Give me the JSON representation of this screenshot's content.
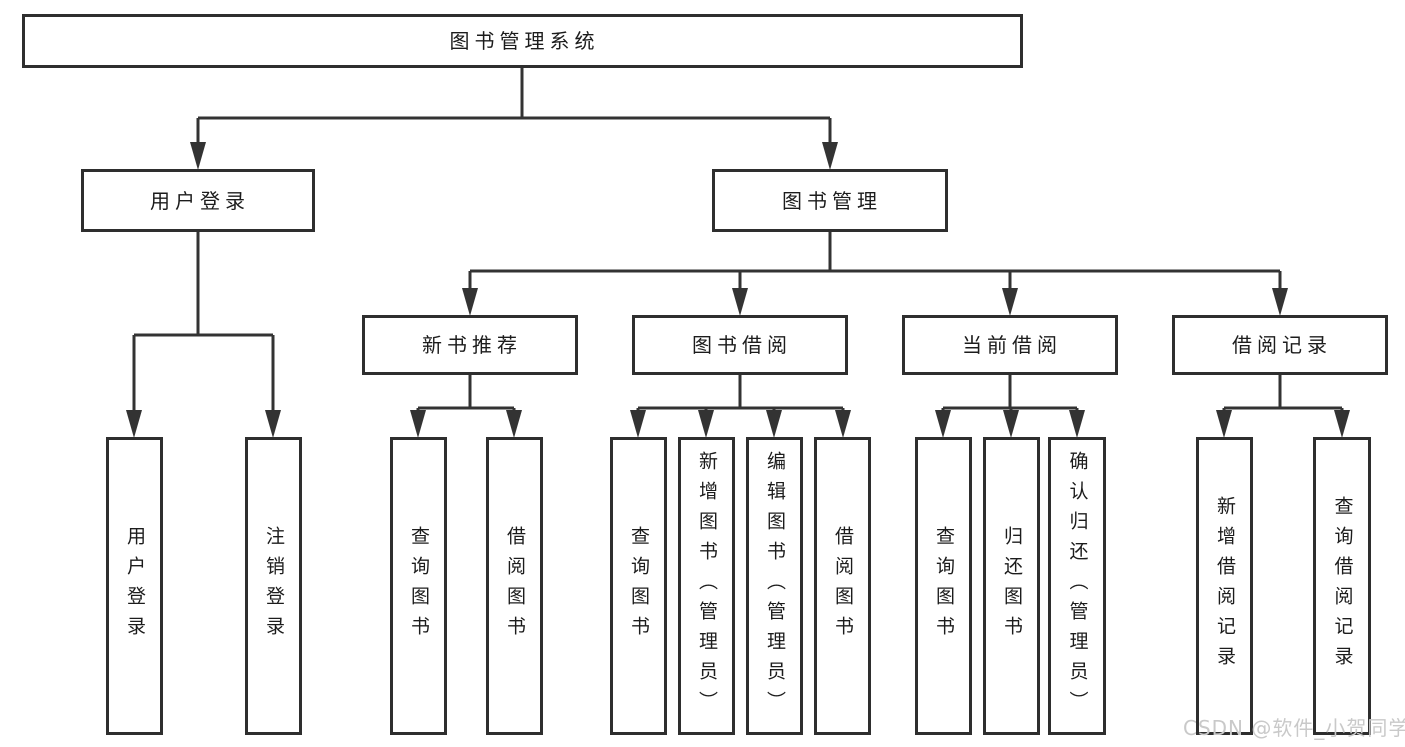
{
  "diagram": {
    "root": "图书管理系统",
    "level2": [
      "用户登录",
      "图书管理"
    ],
    "level3": [
      "新书推荐",
      "图书借阅",
      "当前借阅",
      "借阅记录"
    ],
    "leaves": [
      "用户登录",
      "注销登录",
      "查询图书",
      "借阅图书",
      "查询图书",
      "新增图书（管理员）",
      "编辑图书（管理员）",
      "借阅图书",
      "查询图书",
      "归还图书",
      "确认归还（管理员）",
      "新增借阅记录",
      "查询借阅记录"
    ],
    "watermark": "CSDN @软件_小贺同学",
    "colors": {
      "line": "#333333",
      "box_border": "#2e2e2e",
      "text": "#1c1c1c",
      "watermark": "#c9c9c9",
      "background": "#ffffff"
    }
  }
}
